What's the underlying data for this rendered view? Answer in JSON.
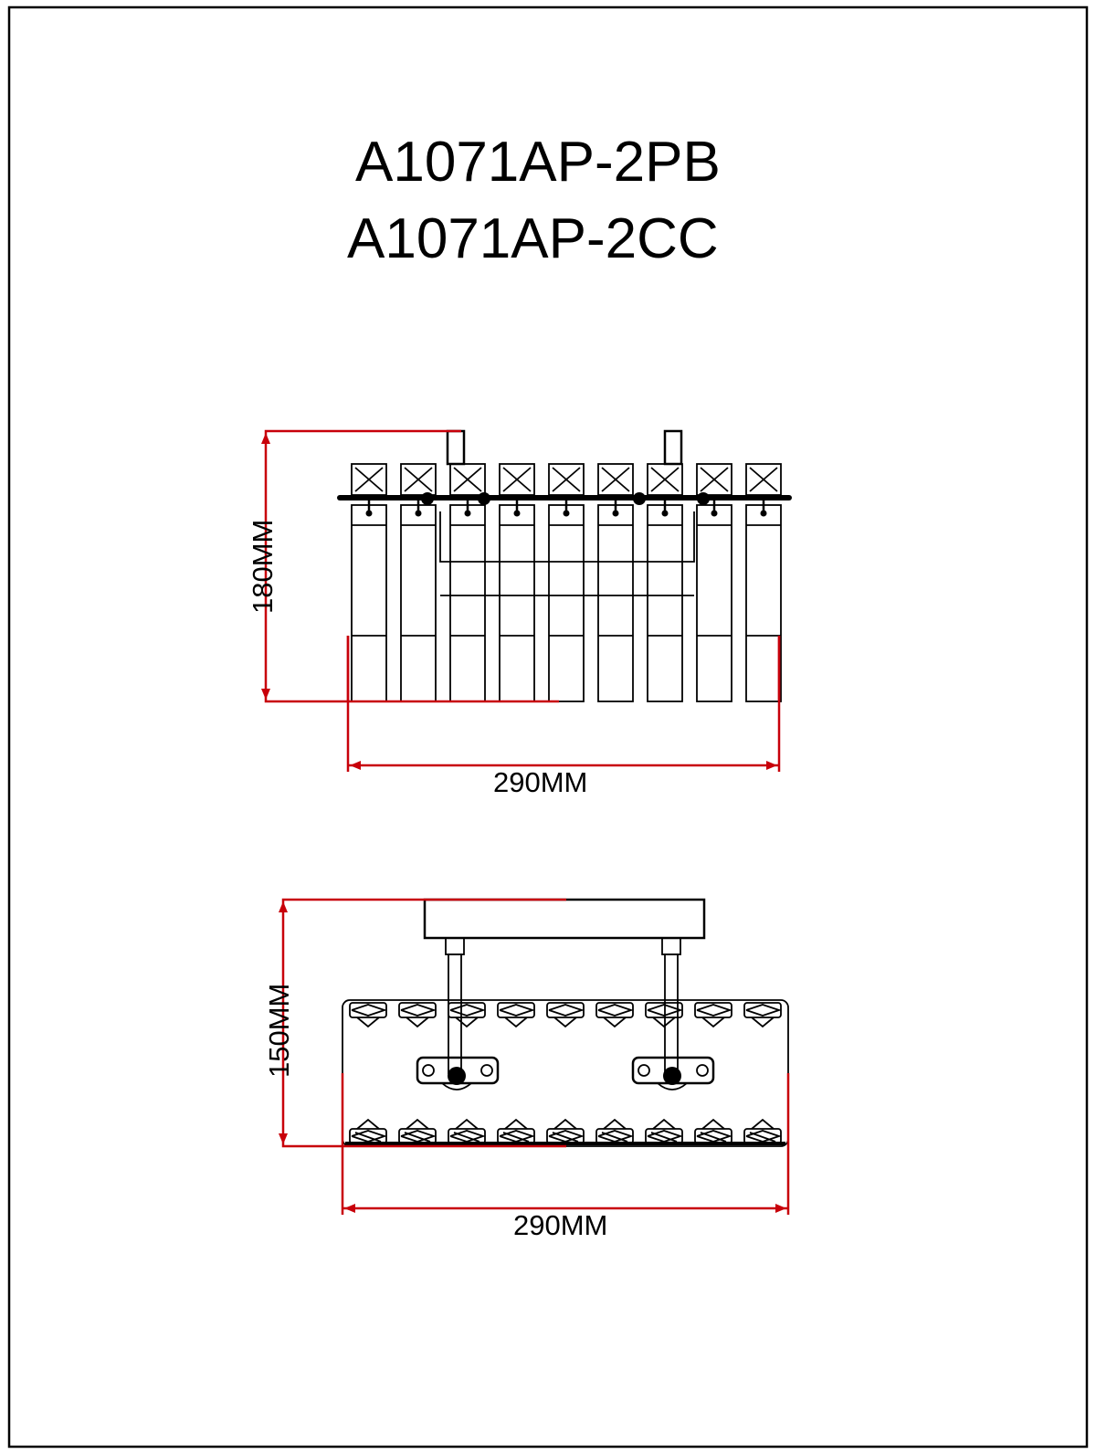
{
  "titles": {
    "model_1": "A1071AP-2PB",
    "model_2": "A1071AP-2CC"
  },
  "front_view": {
    "height_label": "180MM",
    "width_label": "290MM"
  },
  "top_view": {
    "height_label": "150MM",
    "width_label": "290MM"
  },
  "colors": {
    "dimension_line": "#c8000a",
    "drawing_line": "#000000",
    "background": "#ffffff"
  }
}
